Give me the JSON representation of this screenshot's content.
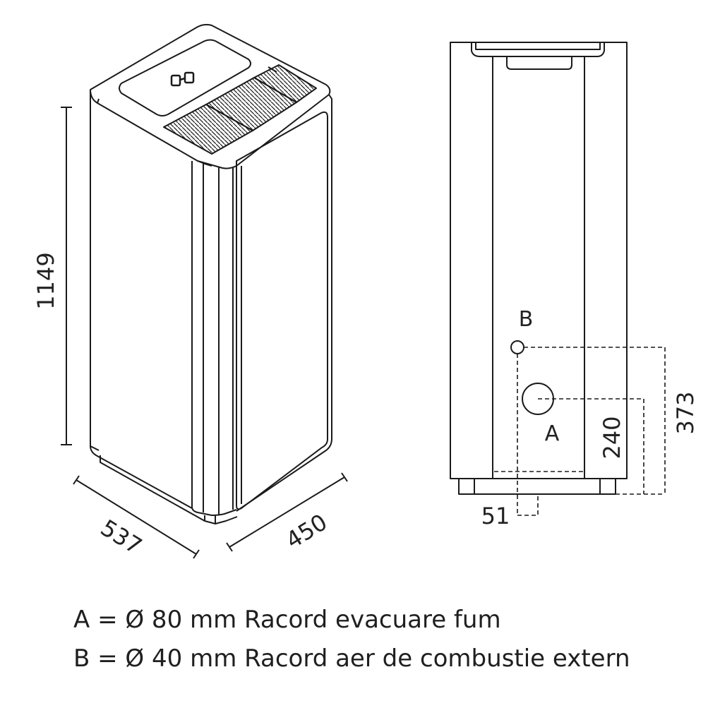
{
  "diagram": {
    "left_view": {
      "height_label": "1149",
      "depth_label": "537",
      "width_label": "450"
    },
    "right_view": {
      "label_a": "A",
      "label_b": "B",
      "dim_a_height": "240",
      "dim_b_height": "373",
      "dim_offset": "51"
    }
  },
  "legend": {
    "line_a": "A = Ø 80 mm Racord evacuare fum",
    "line_b": "B = Ø 40 mm Racord aer de combustie extern"
  },
  "colors": {
    "line": "#1a1a1a",
    "text": "#222222"
  }
}
